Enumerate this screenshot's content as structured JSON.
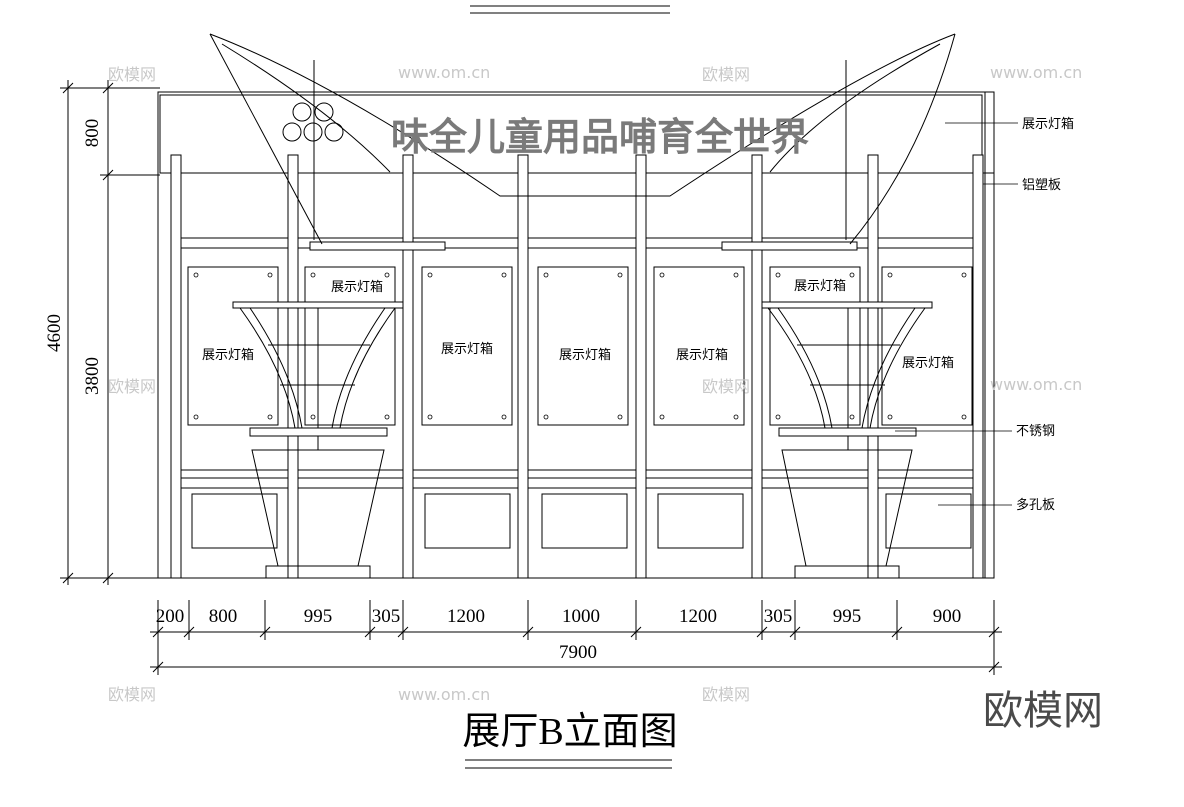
{
  "signage": {
    "brand_text": "味全儿童用品哺育全世界"
  },
  "panel_labels": [
    "展示灯箱",
    "展示灯箱",
    "展示灯箱",
    "展示灯箱",
    "展示灯箱",
    "展示灯箱",
    "展示灯箱"
  ],
  "callouts": [
    "展示灯箱",
    "铝塑板",
    "不锈钢",
    "多孔板"
  ],
  "dimensions": {
    "vertical_overall": "4600",
    "vertical_top": "800",
    "vertical_main": "3800",
    "horizontal": [
      "200",
      "800",
      "995",
      "305",
      "1200",
      "1000",
      "1200",
      "305",
      "995",
      "900"
    ],
    "horizontal_total": "7900"
  },
  "title": "展厅B立面图",
  "watermarks": {
    "logo": "欧模网",
    "site": "www.om.cn"
  }
}
